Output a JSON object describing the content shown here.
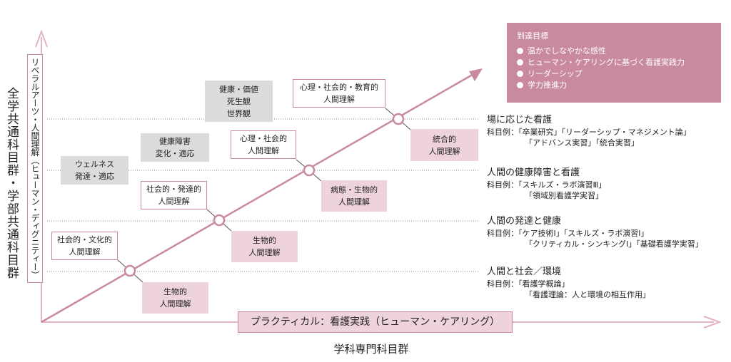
{
  "axis_left_outer": "全学共通科目群・学部共通科目群",
  "axis_left_inner": "リベラルアーツ・人間理解（ヒューマン・ディグニティー）",
  "axis_bottom_bar": "プラクティカル：看護実践（ヒューマン・ケアリング）",
  "axis_bottom_label": "学科専門科目群",
  "goals": {
    "title": "到達目標",
    "items": [
      "温かでしなやかな感性",
      "ヒューマン・ケアリングに基づく看護実践力",
      "リーダーシップ",
      "学力推進力"
    ]
  },
  "gray_boxes": [
    {
      "lines": [
        "健康・価値",
        "死生観",
        "世界観"
      ]
    },
    {
      "lines": [
        "健康障害",
        "変化・適応"
      ]
    },
    {
      "lines": [
        "ウェルネス",
        "発達・適応"
      ]
    }
  ],
  "white_boxes": [
    {
      "lines": [
        "心理・社会的・教育的",
        "人間理解"
      ]
    },
    {
      "lines": [
        "心理・社会的",
        "人間理解"
      ]
    },
    {
      "lines": [
        "社会的・発達的",
        "人間理解"
      ]
    },
    {
      "lines": [
        "社会的・文化的",
        "人間理解"
      ]
    }
  ],
  "pink_boxes": [
    {
      "lines": [
        "統合的",
        "人間理解"
      ]
    },
    {
      "lines": [
        "病態・生物的",
        "人間理解"
      ]
    },
    {
      "lines": [
        "生物的",
        "人間理解"
      ]
    },
    {
      "lines": [
        "生物的",
        "人間理解"
      ]
    }
  ],
  "sections": [
    {
      "title": "場に応じた看護",
      "lines": [
        "科目例：「卒業研究」「リーダーシップ・マネジメント論」",
        "「アドバンス実習」「統合実習」"
      ]
    },
    {
      "title": "人間の健康障害と看護",
      "lines": [
        "科目例：「スキルズ・ラボ演習Ⅲ」",
        "「領域別看護学実習」"
      ]
    },
    {
      "title": "人間の発達と健康",
      "lines": [
        "科目例：「ケア技術Ⅰ」「スキルズ・ラボ演習Ⅰ」",
        "「クリティカル・シンキングⅠ」「基礎看護学実習」"
      ]
    },
    {
      "title": "人間と社会／環境",
      "lines": [
        "科目例：「看護学概論」",
        "「看護理論：人と環境の相互作用」"
      ]
    }
  ],
  "colors": {
    "accent": "#c98aa1",
    "pink_fill": "#efd3dc",
    "gray_fill": "#dcdcdc",
    "axis": "#e2b4c4"
  }
}
